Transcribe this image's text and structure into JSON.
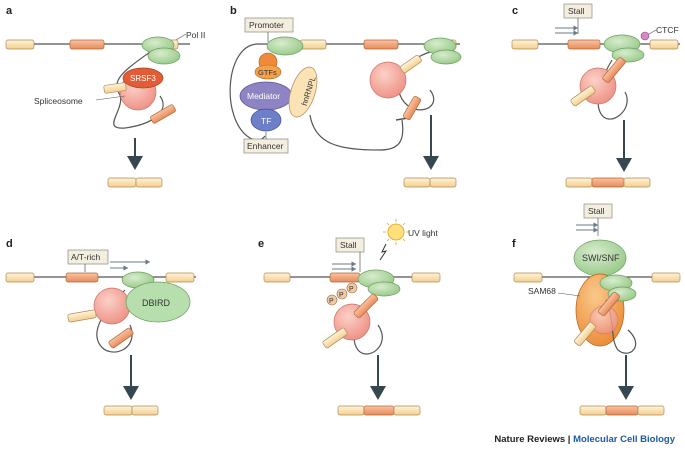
{
  "panels": {
    "a": {
      "letter": "a",
      "pol": "Pol II",
      "srsf3": "SRSF3",
      "spliceosome": "Spliceosome"
    },
    "b": {
      "letter": "b",
      "promoter": "Promoter",
      "gtfs": "GTFs",
      "mediator": "Mediator",
      "tf": "TF",
      "hnrnpl": "hnRNPL",
      "enhancer": "Enhancer"
    },
    "c": {
      "letter": "c",
      "stall": "Stall",
      "ctcf": "CTCF"
    },
    "d": {
      "letter": "d",
      "atrich": "A/T-rich",
      "dbird": "DBIRD"
    },
    "e": {
      "letter": "e",
      "stall": "Stall",
      "uv": "UV light",
      "p": "P"
    },
    "f": {
      "letter": "f",
      "stall": "Stall",
      "swisnf": "SWI/SNF",
      "sam68": "SAM68"
    }
  },
  "credit": {
    "journal_left": "Nature Reviews",
    "separator": " | ",
    "journal_right": "Molecular Cell Biology"
  },
  "colors": {
    "exon": "#fbe3b5",
    "exon_alt": "#f2a679",
    "pol": "#a9d39b",
    "spliceosome": "#f3a59a",
    "srsf3": "#e8603c",
    "mediator": "#8e84c4",
    "tf": "#6d7fc9",
    "orange_factor": "#f4a14a",
    "dbird": "#b7dfae"
  }
}
